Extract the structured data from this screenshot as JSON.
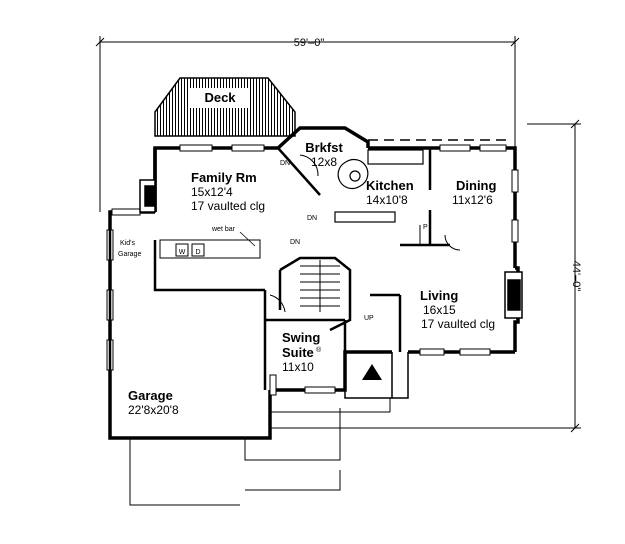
{
  "dimensions": {
    "width": "59'–0\"",
    "depth": "44'–0\""
  },
  "rooms": {
    "deck": {
      "name": "Deck"
    },
    "brkfst": {
      "name": "Brkfst",
      "size": "12x8"
    },
    "family": {
      "name": "Family Rm",
      "size": "15x12'4",
      "note": "17 vaulted clg"
    },
    "kitchen": {
      "name": "Kitchen",
      "size": "14x10'8"
    },
    "dining": {
      "name": "Dining",
      "size": "11x12'6"
    },
    "living": {
      "name": "Living",
      "size": "16x15",
      "note": "17 vaulted clg"
    },
    "swing": {
      "name": "Swing",
      "name2": "Suite",
      "mark": "®",
      "size": "11x10"
    },
    "garage": {
      "name": "Garage",
      "size": "22'8x20'8"
    },
    "kids": {
      "line1": "Kid's",
      "line2": "Garage"
    }
  },
  "labels": {
    "wet_bar": "wet bar",
    "dn1": "DN",
    "dn2": "DN",
    "dn3": "DN",
    "up": "UP",
    "p": "P",
    "w": "W",
    "d": "D"
  }
}
